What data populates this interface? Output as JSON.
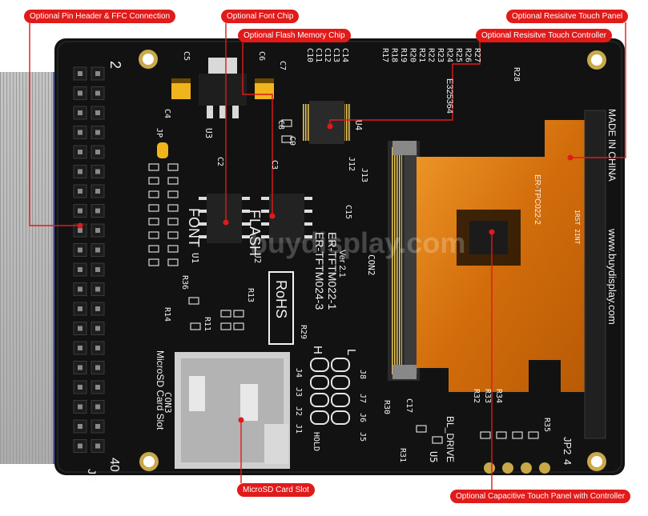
{
  "callouts": {
    "pin_header": "Optional Pin Header & FFC Connection",
    "font_chip": "Optional Font Chip",
    "flash_chip": "Optional Flash Memory Chip",
    "touch_panel": "Optional Resisitve Touch Panel",
    "touch_controller": "Optional Resisitve Touch Controller",
    "microsd": "MicroSD Card Slot",
    "capacitive": "Optional Capacitive Touch Panel with  Controller"
  },
  "silkscreen": {
    "pin_2": "2",
    "pin_40": "40",
    "jf": "JF",
    "font": "FONT",
    "flash": "FLASH",
    "u1": "U1",
    "u2": "U2",
    "u3": "U3",
    "u4": "U4",
    "u5": "U5",
    "con2": "CON2",
    "con3": "CON3",
    "model_1": "ER-TFTM024-3",
    "model_2": "ER-TFTM022-1",
    "ver": "Ver 2.1",
    "rohs": "RoHS",
    "cert": "E325364",
    "microsd_label": "MicroSD Card Slot",
    "made_in": "MADE IN CHINA",
    "website": "www.buydisplay.com",
    "ctp": "ER-TPC022-2",
    "bl_drive": "BL_DRIVE",
    "jp2": "JP2",
    "hold": "HOLD",
    "h": "H",
    "l": "L",
    "jp": "JP",
    "pin_4": "4",
    "rst": "1RST 2INT",
    "c5": "C5",
    "c6": "C6",
    "c7": "C7",
    "c4": "C4",
    "c2": "C2",
    "c3": "C3",
    "c8": "C8",
    "c9": "C9",
    "c15": "C15",
    "c17": "C17",
    "r14": "R14",
    "r13": "R13",
    "r36": "R36",
    "r11": "R11",
    "r29": "R29",
    "r30": "R30",
    "r31": "R31",
    "r32": "R32",
    "r33": "R33",
    "r34": "R34",
    "r35": "R35",
    "r28": "R28",
    "j12": "J12",
    "j13": "J13",
    "j4": "J4",
    "j3": "J3",
    "j2": "J2",
    "j1": "J1",
    "j5": "J5",
    "j6": "J6",
    "j7": "J7",
    "j8": "J8",
    "watermark": "buydisplay.com"
  },
  "top_caps": [
    "C10",
    "C11",
    "C12",
    "C13",
    "C14"
  ],
  "top_res": [
    "R17",
    "R18",
    "R19",
    "R20",
    "R21",
    "R22",
    "R23",
    "R24",
    "R25",
    "R26",
    "R27"
  ],
  "colors": {
    "callout": "#e11a1a",
    "pcb": "#121212",
    "ribbon": "#b7b7b7",
    "flex": "#d8780f",
    "gold": "#c9a84a"
  }
}
